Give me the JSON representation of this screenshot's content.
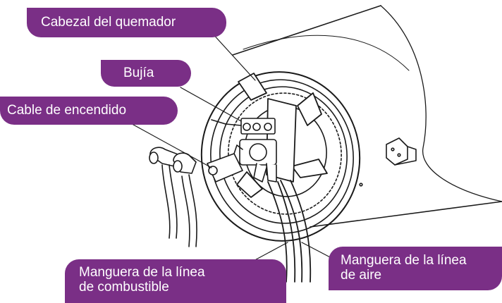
{
  "callouts": {
    "burner_head": "Cabezal del quemador",
    "spark_plug": "Bujía",
    "ignition_cable": "Cable de encendido",
    "fuel_hose_line1": "Manguera de la línea",
    "fuel_hose_line2": "de combustible",
    "air_hose_line1": "Manguera de la línea",
    "air_hose_line2": "de aire"
  },
  "colors": {
    "callout_fill": "#7a2f86",
    "callout_text": "#ffffff",
    "line_art": "#1a1a1a"
  }
}
